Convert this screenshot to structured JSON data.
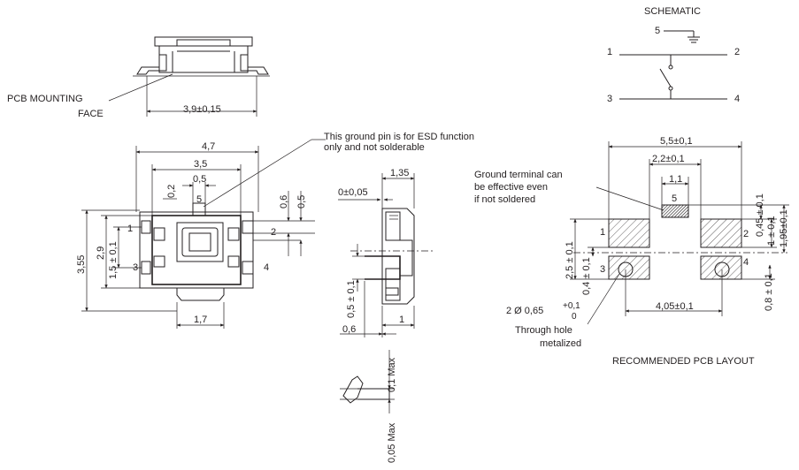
{
  "top_view": {
    "pcb_mounting_line1": "PCB MOUNTING",
    "pcb_mounting_line2": "FACE",
    "width_dim": "3,9±0,15"
  },
  "plan_view": {
    "esd_note_line1": "This ground pin is for ESD function",
    "esd_note_line2": "only and not solderable",
    "dim_4_7": "4,7",
    "dim_3_5": "3,5",
    "dim_0_5": "0,5",
    "dim_0_2": "0,2",
    "pin5": "5",
    "pin1": "1",
    "pin2": "2",
    "pin3": "3",
    "pin4": "4",
    "dim_3_55": "3,55",
    "dim_2_9": "2,9",
    "dim_1_5": "1,5 ± 0,1",
    "dim_0_6": "0,6",
    "dim_0_5b": "0,5",
    "dim_1_7": "1,7"
  },
  "side_view": {
    "dim_0_005": "0±0,05",
    "dim_1_35": "1,35",
    "dim_0_5_01": "0,5 ± 0,1",
    "dim_0_6": "0,6",
    "dim_1": "1",
    "dim_01max": "0,1 Max",
    "dim_005max": "0,05 Max"
  },
  "schematic": {
    "title": "SCHEMATIC",
    "pin5": "5",
    "pin1": "1",
    "pin2": "2",
    "pin3": "3",
    "pin4": "4"
  },
  "pcb_layout": {
    "title": "RECOMMENDED PCB LAYOUT",
    "ground_note_line1": "Ground terminal can",
    "ground_note_line2": "be effective even",
    "ground_note_line3": "if not soldered",
    "dim_5_5": "5,5±0,1",
    "dim_2_2": "2,2±0,1",
    "dim_1_1": "1,1",
    "pin5": "5",
    "pin1": "1",
    "pin2": "2",
    "pin3": "3",
    "pin4": "4",
    "dim_0_45": "0,45 ± 0,1",
    "dim_1_95": "1,95±0,1",
    "dim_1": "1 ± 0,1",
    "dim_2_5": "2,5 ± 0,1",
    "dim_0_4": "0,4 ± 0,1",
    "dim_0_8": "0,8 ± 0,1",
    "hole_dia": "2 Ø  0,65",
    "hole_tol_plus": "+0,1",
    "hole_tol_minus": "0",
    "dim_4_05": "4,05±0,1",
    "through_hole_line1": "Through hole",
    "through_hole_line2": "metalized"
  }
}
